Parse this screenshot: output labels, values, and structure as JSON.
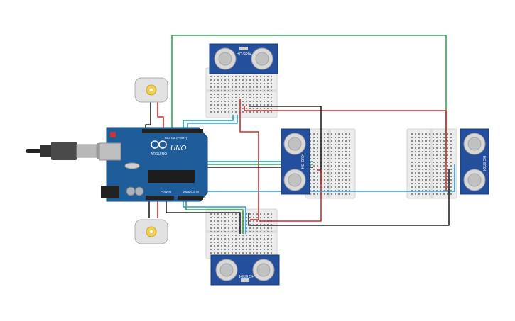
{
  "arduino": {
    "brand": "ARDUINO",
    "model": "UNO",
    "digital_label": "DIGITAL (PWM~)",
    "power_label": "POWER",
    "analog_label": "ANALOG IN",
    "color": "#1f5c9a"
  },
  "sensors": {
    "top": "HC-SR04",
    "middle": "HC-SR04",
    "right": "HC-SR04",
    "bottom": "HC-SR04"
  },
  "wire_colors": {
    "red": "#d12b2b",
    "black": "#222222",
    "green": "#2fa84f",
    "blue": "#2a9fd6",
    "teal": "#1aa0b0"
  },
  "motors": {
    "count": 2,
    "icon": "dc-motor-icon"
  }
}
